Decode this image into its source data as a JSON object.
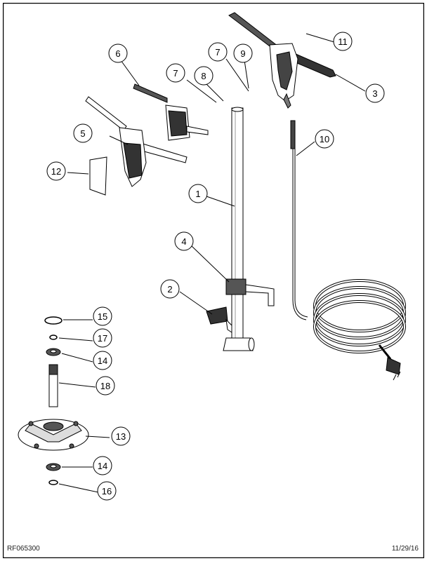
{
  "document": {
    "reference_code": "RF065300",
    "date": "11/29/16"
  },
  "callouts": [
    "1",
    "2",
    "3",
    "4",
    "5",
    "6",
    "7",
    "7",
    "8",
    "9",
    "10",
    "11",
    "12",
    "13",
    "14",
    "14",
    "15",
    "16",
    "17",
    "18"
  ],
  "colors": {
    "line": "#000000",
    "part_fill": "#ffffff",
    "dark_part": "#3a3a3a",
    "light_part": "#d9d9d9",
    "border": "#000000"
  }
}
